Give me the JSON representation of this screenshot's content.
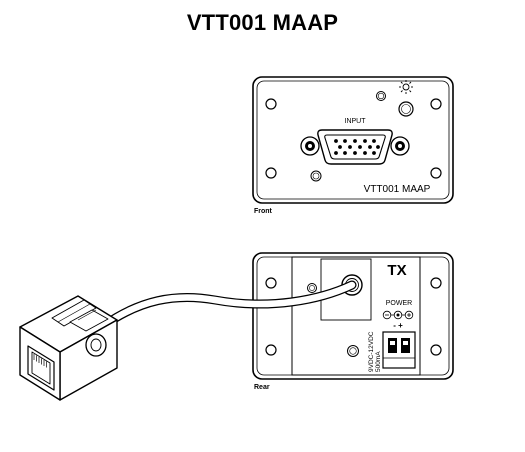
{
  "title": "VTT001 MAAP",
  "front": {
    "input_label": "INPUT",
    "model_label": "VTT001 MAAP",
    "caption": "Front"
  },
  "rear": {
    "tx_label": "TX",
    "power_label": "POWER",
    "polarity": "- +",
    "voltage": "9VDC-12VDC",
    "current": "500mA",
    "caption": "Rear"
  }
}
